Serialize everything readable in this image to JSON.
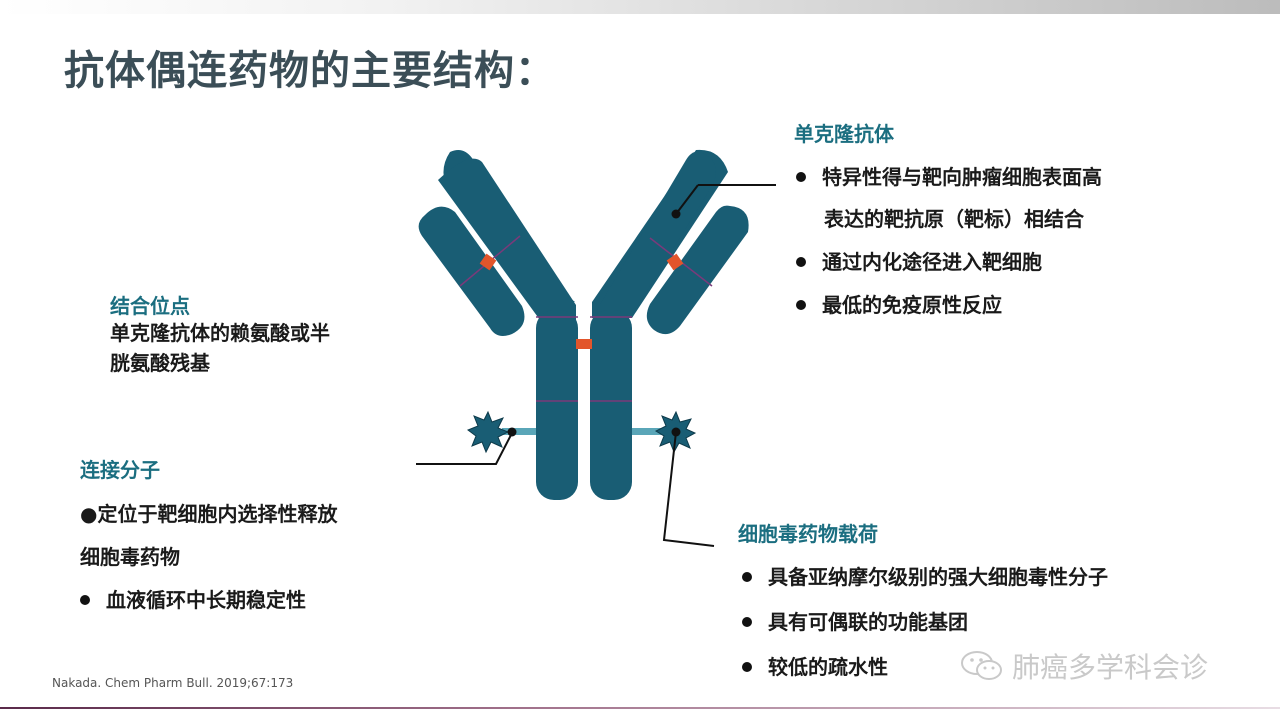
{
  "title": "抗体偶连药物的主要结构：",
  "antibody": {
    "heading": "单克隆抗体",
    "bullets": [
      "特异性得与靶向肿瘤细胞表面高",
      "表达的靶抗原（靶标）相结合",
      "通过内化途径进入靶细胞",
      "最低的免疫原性反应"
    ]
  },
  "binding_site": {
    "heading": "结合位点",
    "lines": [
      "单克隆抗体的赖氨酸或半",
      "胱氨酸残基"
    ]
  },
  "linker": {
    "heading": "连接分子",
    "lines": [
      "●定位于靶细胞内选择性释放",
      "细胞毒药物"
    ],
    "bullet": "血液循环中长期稳定性"
  },
  "payload": {
    "heading": "细胞毒药物载荷",
    "bullets": [
      "具备亚纳摩尔级别的强大细胞毒性分子",
      "具有可偶联的功能基团",
      "较低的疏水性"
    ]
  },
  "citation": "Nakada. Chem Pharm Bull. 2019;67:173",
  "watermark": "肺癌多学科会诊",
  "colors": {
    "antibody_fill": "#195d74",
    "disulfide": "#e2552b",
    "linker": "#5aa6b8",
    "heading": "#1b6e80",
    "title": "#3b4e57"
  }
}
